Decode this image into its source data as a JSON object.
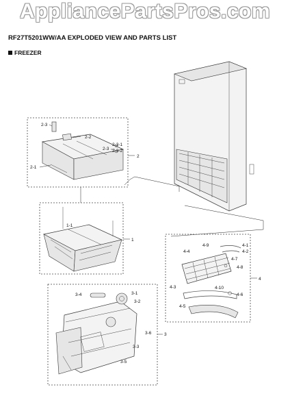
{
  "watermark": "AppliancePartsPros.com",
  "title": "RF27T5201WW/AA EXPLODED VIEW AND PARTS LIST",
  "section_label": "FREEZER",
  "callouts": {
    "c2": "2",
    "c2_1": "2-1",
    "c2_2": "2-2",
    "c2_3a": "2-3",
    "c2_3b": "2-3",
    "c2_3_1": "2-3-1",
    "c2_3_2": "2-3-2",
    "c1": "1",
    "c1_1": "1-1",
    "c4": "4",
    "c4_1": "4-1",
    "c4_2": "4-2",
    "c4_3": "4-3",
    "c4_4": "4-4",
    "c4_5": "4-5",
    "c4_6": "4-6",
    "c4_7": "4-7",
    "c4_8": "4-8",
    "c4_9": "4-9",
    "c4_10": "4-10",
    "c3": "3",
    "c3_1": "3-1",
    "c3_2": "3-2",
    "c3_3": "3-3",
    "c3_4": "3-4",
    "c3_5": "3-5",
    "c3_6": "3-6"
  }
}
